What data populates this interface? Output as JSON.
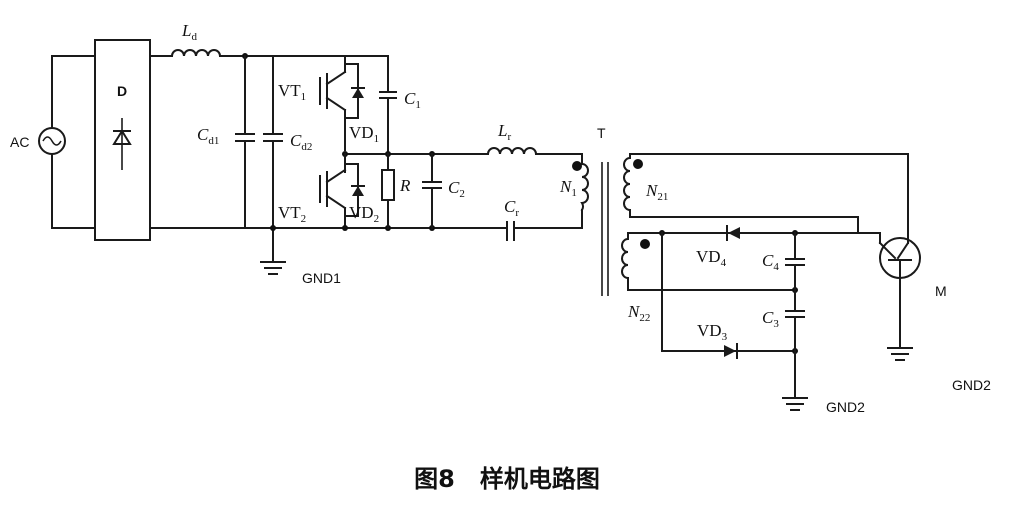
{
  "labels": {
    "ac": "AC",
    "rectifier": "D",
    "ld": "L",
    "ld_sub": "d",
    "cd1": "C",
    "cd1_sub": "d1",
    "cd2": "C",
    "cd2_sub": "d2",
    "vt1": "VT",
    "vt1_sub": "1",
    "vt2": "VT",
    "vt2_sub": "2",
    "vd1": "VD",
    "vd1_sub": "1",
    "vd2": "VD",
    "vd2_sub": "2",
    "c1": "C",
    "c1_sub": "1",
    "r": "R",
    "c2": "C",
    "c2_sub": "2",
    "lr": "L",
    "lr_sub": "r",
    "cr": "C",
    "cr_sub": "r",
    "transformer": "T",
    "n1": "N",
    "n1_sub": "1",
    "n21": "N",
    "n21_sub": "21",
    "n22": "N",
    "n22_sub": "22",
    "vd4": "VD",
    "vd4_sub": "4",
    "vd3": "VD",
    "vd3_sub": "3",
    "c4": "C",
    "c4_sub": "4",
    "c3": "C",
    "c3_sub": "3",
    "magnetron": "M",
    "gnd1": "GND1",
    "gnd2_a": "GND2",
    "gnd2_b": "GND2"
  },
  "caption": "图8   样机电路图"
}
